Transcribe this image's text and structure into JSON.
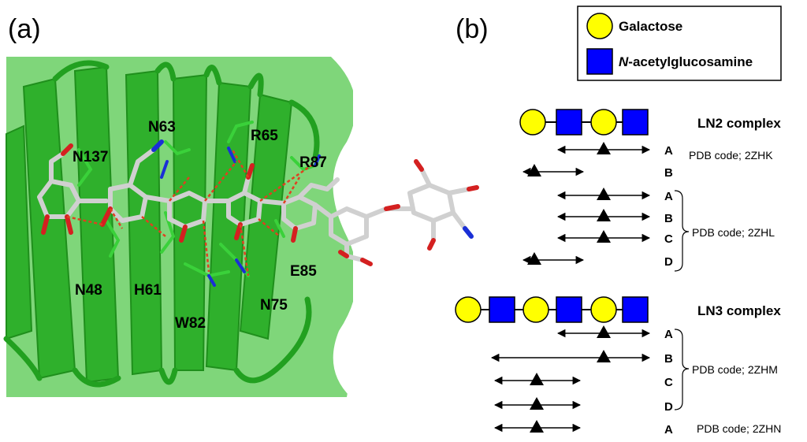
{
  "panel_a": {
    "label": "(a)",
    "residues": [
      "N137",
      "N63",
      "R65",
      "R87",
      "N48",
      "H61",
      "W82",
      "N75",
      "E85"
    ],
    "colors": {
      "protein": "#3dbf3a",
      "protein_dark": "#1f8f1c",
      "surface": "#7fd67a",
      "carbon": "#d0d0d0",
      "oxygen": "#d42020",
      "nitrogen": "#1a2fd6",
      "hbond": "#e04020"
    }
  },
  "panel_b": {
    "label": "(b)",
    "legend": {
      "galactose": "Galactose",
      "glcnac_italic": "N",
      "glcnac_rest": "-acetylglucosamine"
    },
    "colors": {
      "galactose": "#ffff00",
      "glcnac": "#0000ff"
    },
    "ln2": {
      "title": "LN2 complex",
      "chains": [
        "A",
        "B",
        "A",
        "B",
        "C",
        "D"
      ],
      "pdb_codes": [
        "PDB code; 2ZHK",
        "PDB code; 2ZHL"
      ]
    },
    "ln3": {
      "title": "LN3 complex",
      "chains": [
        "A",
        "B",
        "C",
        "D",
        "A"
      ],
      "pdb_codes": [
        "PDB code; 2ZHM",
        "PDB code; 2ZHN"
      ]
    }
  }
}
